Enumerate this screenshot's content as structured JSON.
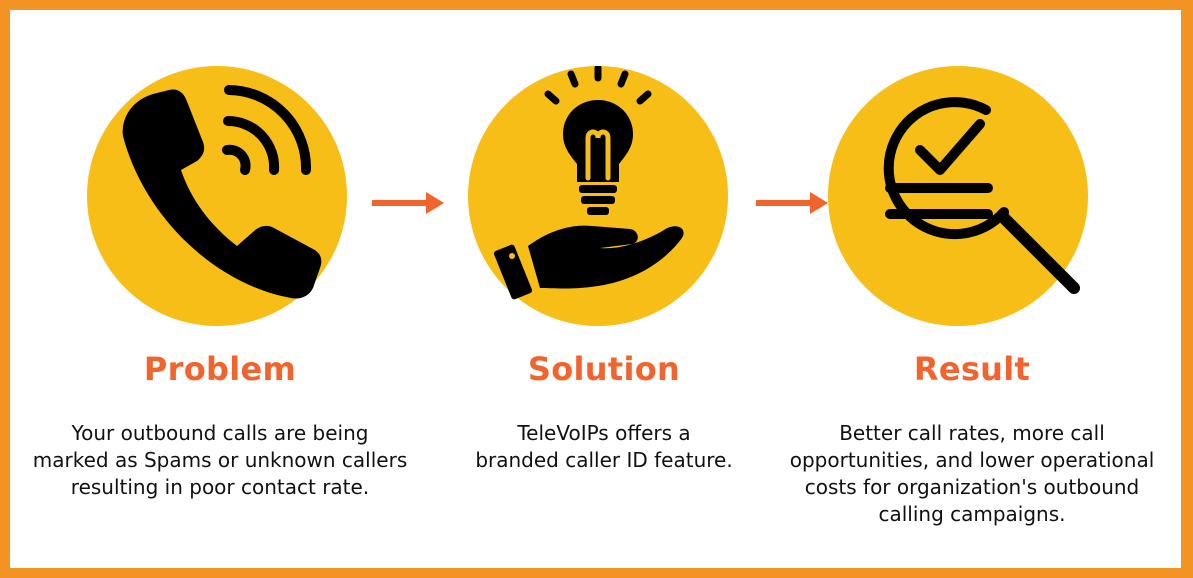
{
  "colors": {
    "frame": "#F39323",
    "circle": "#F7BE17",
    "heading": "#F2642D",
    "arrow": "#F2642D",
    "text": "#111111",
    "icon": "#000000"
  },
  "steps": [
    {
      "icon": "phone-ringing-icon",
      "heading": "Problem",
      "description_lines": [
        "Your outbound calls are being",
        "marked as Spams or unknown callers",
        "resulting in poor contact rate."
      ]
    },
    {
      "icon": "lightbulb-hand-icon",
      "heading": "Solution",
      "description_lines": [
        "TeleVoIPs offers a",
        "branded caller ID feature."
      ]
    },
    {
      "icon": "magnifier-check-icon",
      "heading": "Result",
      "description_lines": [
        "Better call rates, more call",
        "opportunities, and lower operational",
        "costs for organization's outbound",
        "calling campaigns."
      ]
    }
  ],
  "connectors": [
    "arrow-right-icon",
    "arrow-right-icon"
  ]
}
